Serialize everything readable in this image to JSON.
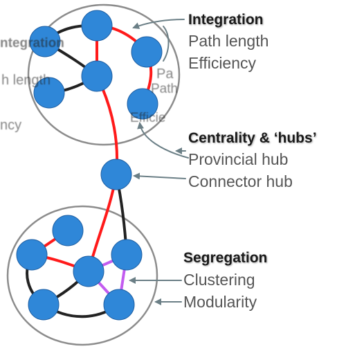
{
  "labels": {
    "integration": "Integration",
    "path_length": "Path length",
    "efficiency": "Efficiency",
    "centrality": "Centrality & ‘hubs’",
    "provincial_hub": "Provincial hub",
    "connector_hub": "Connector hub",
    "segregation": "Segregation",
    "clustering": "Clustering",
    "modularity": "Modularity"
  },
  "ghost_labels": {
    "integration": "ntegration",
    "path_length": "h length",
    "efficiency": "ncy",
    "path_frag": "Pa",
    "path_frag2": "Path",
    "efficie_frag": "Efficie"
  },
  "colors": {
    "node": "#2f87d8",
    "node_edge": "#1e5fa3",
    "intra_edge": "#222222",
    "inter_edge": "#ff1a1a",
    "cluster_edge": "#c35cf0",
    "module_outline": "#8c8c8c",
    "arrow": "#6b7f86",
    "text": "#555555",
    "heading": "#1a1a1a"
  }
}
